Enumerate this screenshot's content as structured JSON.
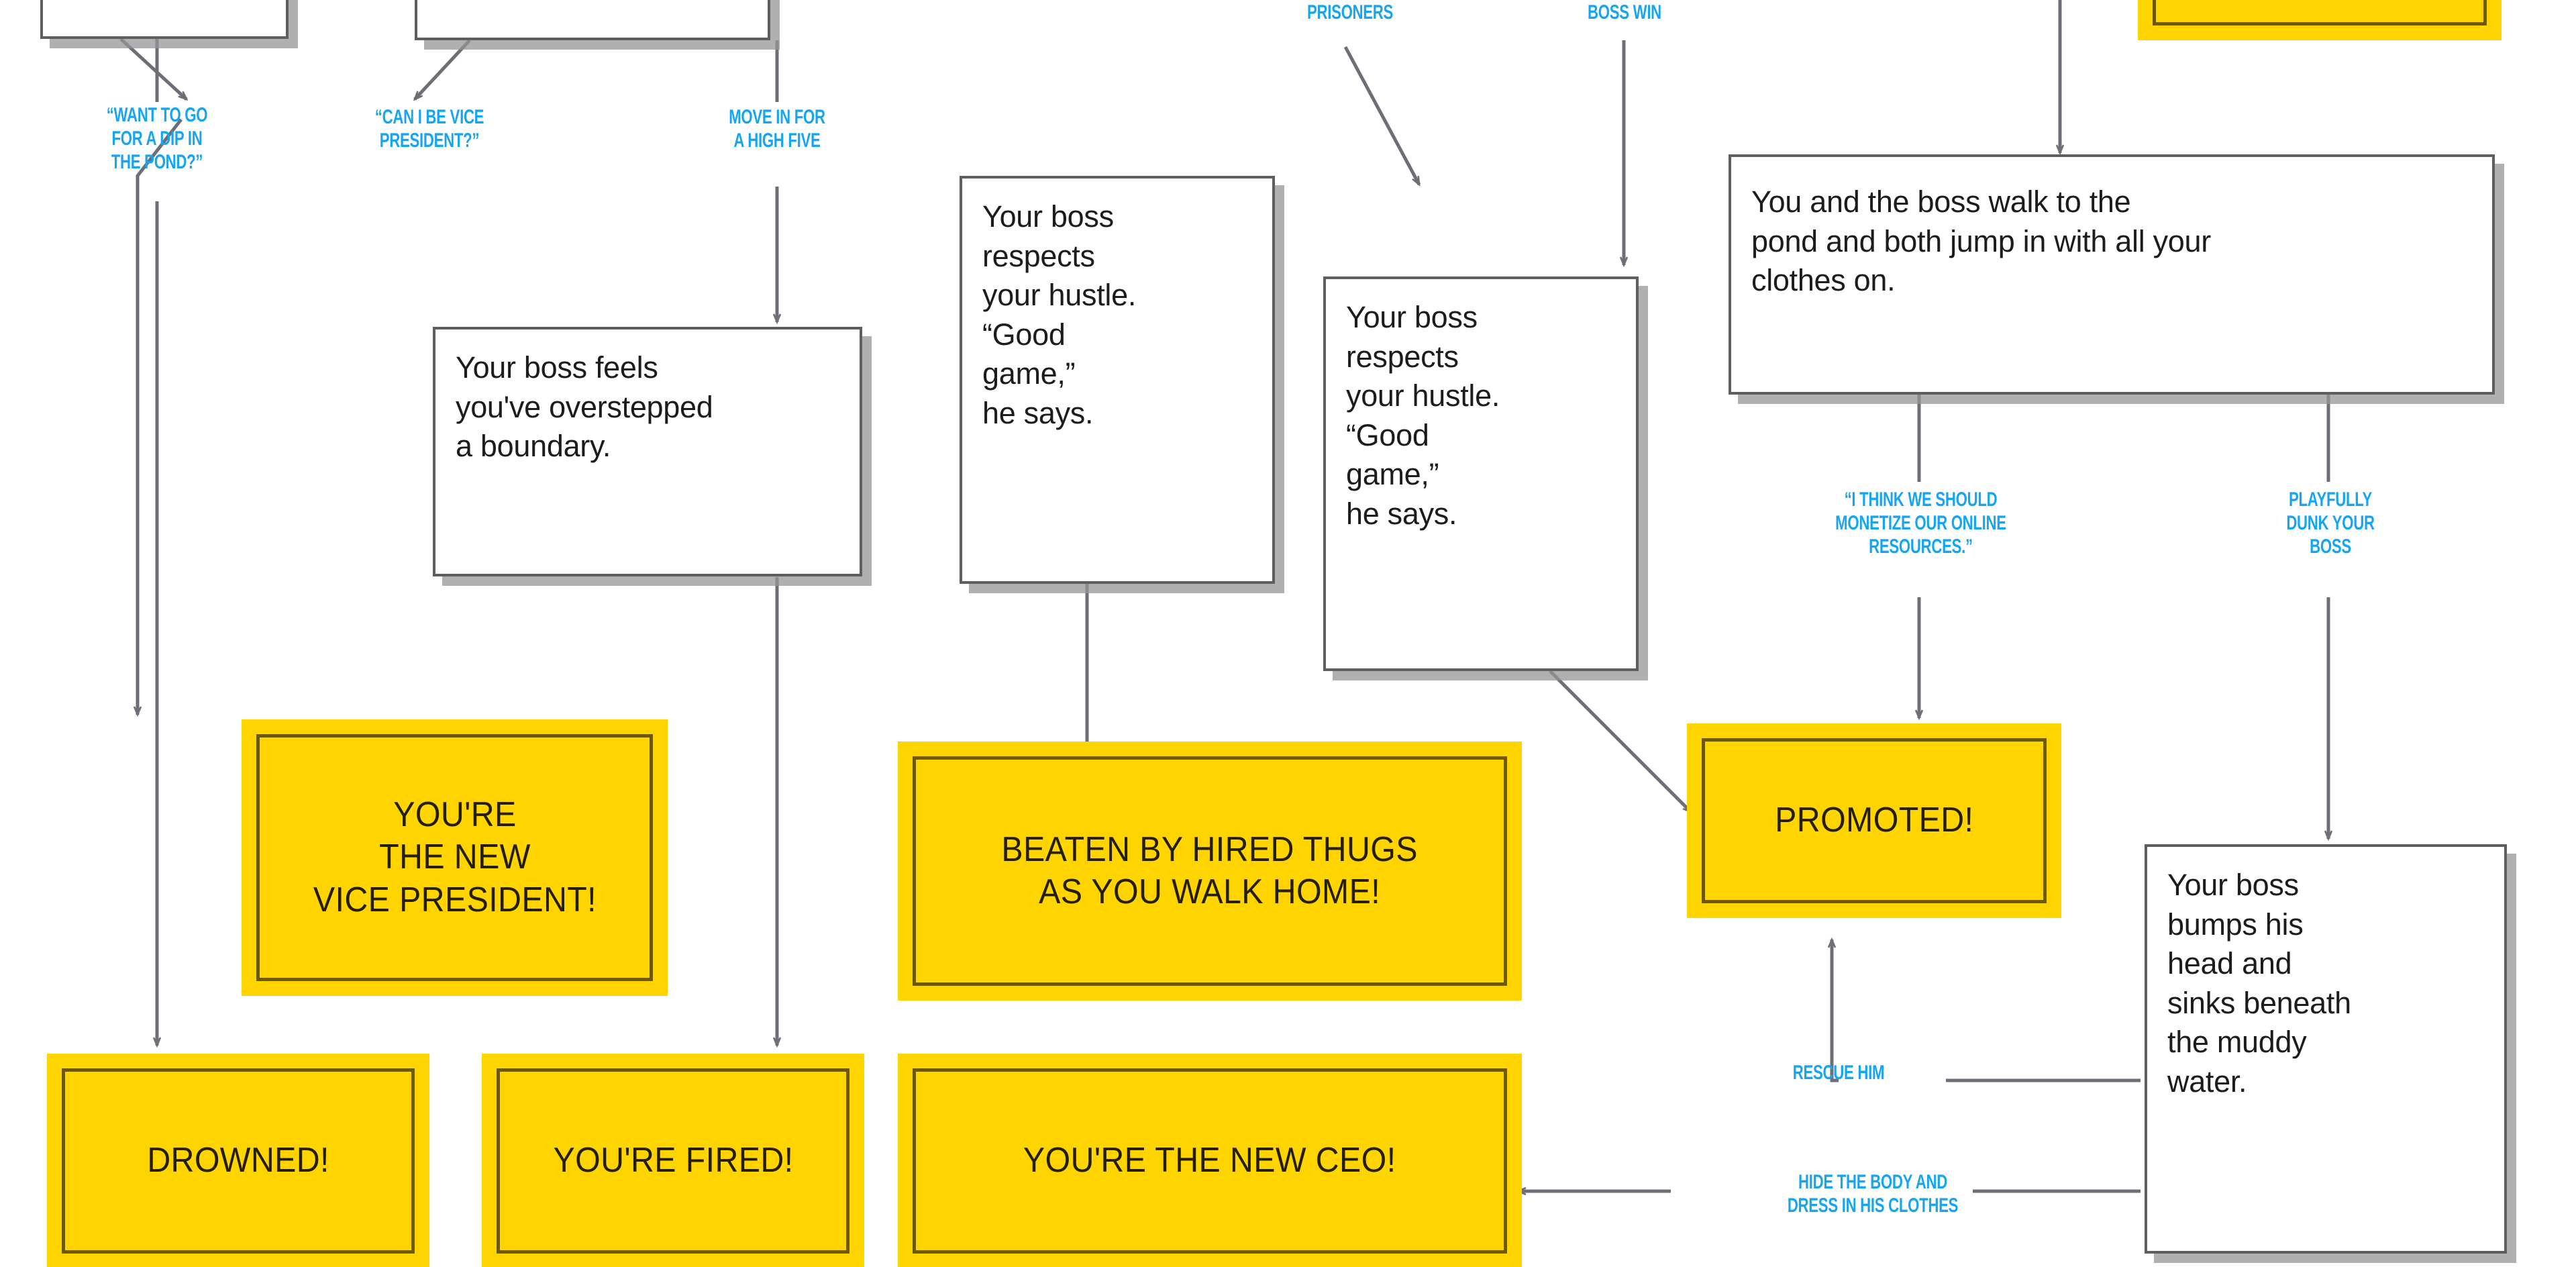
{
  "diagram": {
    "title": "Office Boss Decision Flowchart",
    "colors": {
      "label_blue": "#17A5F0",
      "outcome_yellow": "#FFD400",
      "outcome_border": "#6b5a00",
      "box_border": "#5e5e5e",
      "connector_gray": "#6e6e78",
      "background": "#ffffff"
    }
  },
  "nodes": {
    "top_box_left": {
      "text": ""
    },
    "top_box_center": {
      "text": ""
    },
    "overstepped": {
      "text": "Your boss feels\nyou've overstepped\na boundary."
    },
    "respects_left": {
      "text": "Your boss\nrespects\nyour hustle.\n“Good\ngame,”\nhe says."
    },
    "respects_right": {
      "text": "Your boss\nrespects\nyour hustle.\n“Good\ngame,”\nhe says."
    },
    "pond_jump": {
      "text": "You and the boss walk to the\npond and both jump in with all your\nclothes on."
    },
    "bumps_head": {
      "text": "Your boss\nbumps his\nhead and\nsinks beneath\nthe muddy\nwater."
    }
  },
  "outcomes": {
    "top_right_cropped": {
      "text": ""
    },
    "vice_president": {
      "text": "YOU'RE\nTHE NEW\nVICE PRESIDENT!"
    },
    "drowned": {
      "text": "DROWNED!"
    },
    "youre_fired": {
      "text": "YOU'RE FIRED!"
    },
    "beaten_by_thugs": {
      "text": "BEATEN BY HIRED THUGS\nAS YOU WALK HOME!"
    },
    "new_ceo": {
      "text": "YOU'RE THE NEW CEO!"
    },
    "promoted": {
      "text": "PROMOTED!"
    }
  },
  "edge_labels": {
    "want_dip": "“WANT TO GO\nFOR A DIP IN\nTHE POND?”",
    "can_i_be_vp": "“CAN I BE VICE\nPRESIDENT?”",
    "high_five": "MOVE IN FOR\nA HIGH FIVE",
    "take_no_prisoners": "PRISONERS",
    "let_your_boss_win": "BOSS WIN",
    "monetize": "“I THINK WE SHOULD\nMONETIZE OUR ONLINE\nRESOURCES.”",
    "playfully_dunk": "PLAYFULLY\nDUNK YOUR\nBOSS",
    "rescue_him": "RESCUE HIM",
    "hide_the_body": "HIDE THE BODY AND\nDRESS IN HIS CLOTHES"
  }
}
